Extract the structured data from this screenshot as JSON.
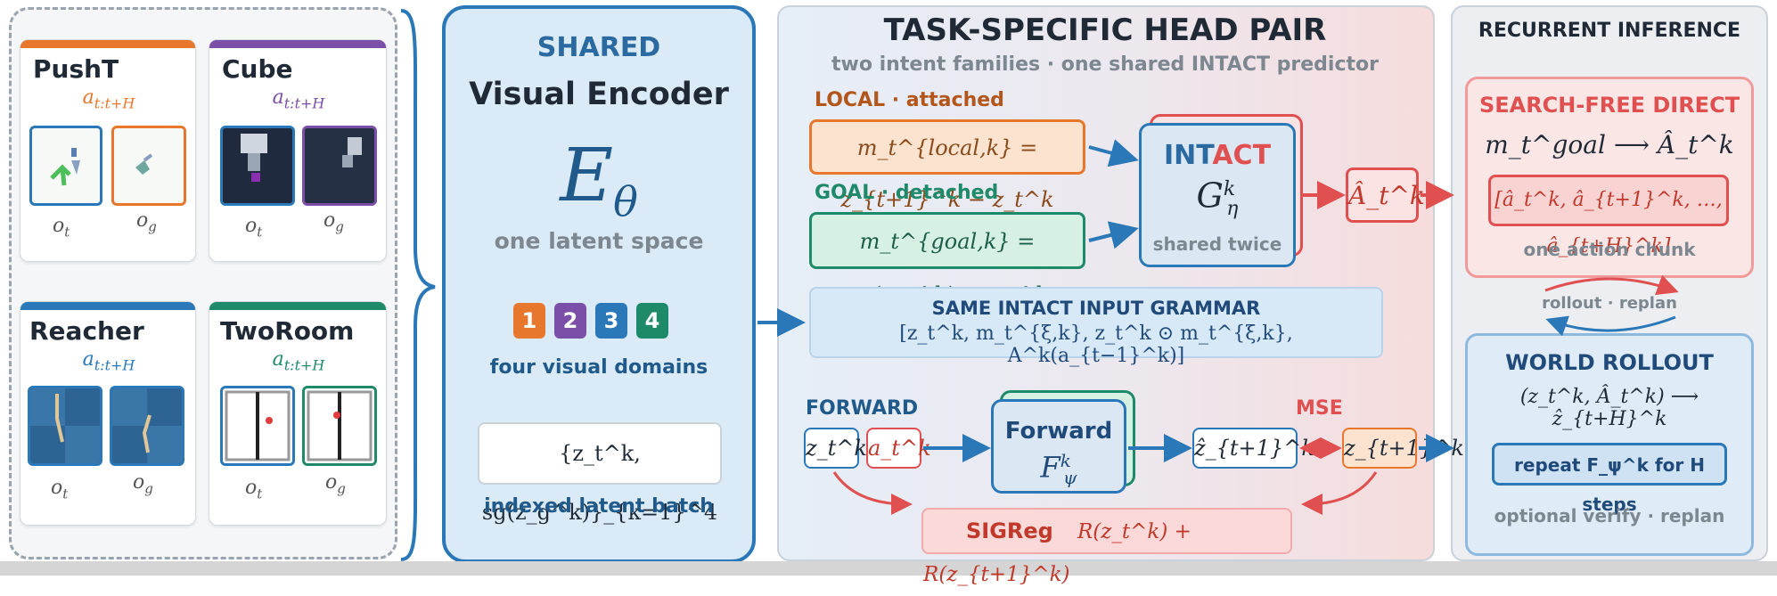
{
  "domains": [
    {
      "name": "PushT",
      "action": "a",
      "action_sub": "t:t+H",
      "color": "#e8772e"
    },
    {
      "name": "Cube",
      "action": "a",
      "action_sub": "t:t+H",
      "color": "#7b4ea8"
    },
    {
      "name": "Reacher",
      "action": "a",
      "action_sub": "t:t+H",
      "color": "#2a78b7"
    },
    {
      "name": "TwoRoom",
      "action": "a",
      "action_sub": "t:t+H",
      "color": "#1f8a6a"
    }
  ],
  "obs_labels": {
    "current": "o",
    "current_sub": "t",
    "goal": "o",
    "goal_sub": "g"
  },
  "encoder": {
    "kicker": "SHARED",
    "title": "Visual Encoder",
    "symbol": "E",
    "symbol_sub": "θ",
    "latent_caption": "one latent space",
    "badges": [
      "1",
      "2",
      "3",
      "4"
    ],
    "badge_colors": [
      "#e8772e",
      "#7b4ea8",
      "#2a78b7",
      "#1f8a6a"
    ],
    "domains_caption": "four visual domains",
    "batch_formula": "{z_t^k, sg(z_g^k)}_{k=1}^4",
    "batch_caption": "indexed latent batch"
  },
  "head": {
    "title": "TASK-SPECIFIC HEAD PAIR",
    "subtitle": "two intent families · one shared INTACT predictor",
    "local_label": "LOCAL · attached",
    "local_formula": "m_t^{local,k} = z_{t+1}^k − z_t^k",
    "goal_label": "GOAL · detached",
    "goal_formula": "m_t^{goal,k} = sg(z_g^k) − z_t^k",
    "intact_title_a": "INT",
    "intact_title_b": "ACT",
    "intact_symbol": "G",
    "intact_sup": "k",
    "intact_sub": "η",
    "intact_caption": "shared twice",
    "output": "Â_t^k",
    "grammar_title": "SAME INTACT INPUT GRAMMAR",
    "grammar_formula": "[z_t^k, m_t^{ξ,k}, z_t^k ⊙ m_t^{ξ,k}, A^k(a_{t−1}^k)]",
    "forward_label": "FORWARD",
    "fw_z": "z_t^k",
    "fw_a": "a_t^k",
    "forward_box_title": "Forward",
    "forward_symbol": "F",
    "forward_sup": "k",
    "forward_sub": "ψ",
    "pred": "ẑ_{t+1}^k",
    "target": "z_{t+1}^k",
    "mse_label": "MSE",
    "sigreg_label": "SIGReg",
    "sigreg_formula": "R(z_t^k) + R(z_{t+1}^k)"
  },
  "recurrent": {
    "title": "RECURRENT INFERENCE",
    "direct_title": "SEARCH-FREE DIRECT",
    "direct_formula": "m_t^goal ⟶ Â_t^k",
    "chunk_formula": "[â_t^k, â_{t+1}^k, …, â_{t+H}^k]",
    "chunk_caption": "one action chunk",
    "loop_label": "rollout · replan",
    "world_title": "WORLD ROLLOUT",
    "world_formula": "(z_t^k, Â_t^k) ⟶ ẑ_{t+H}^k",
    "repeat_label": "repeat F_ψ^k for H steps",
    "verify_label": "optional verify · replan"
  }
}
